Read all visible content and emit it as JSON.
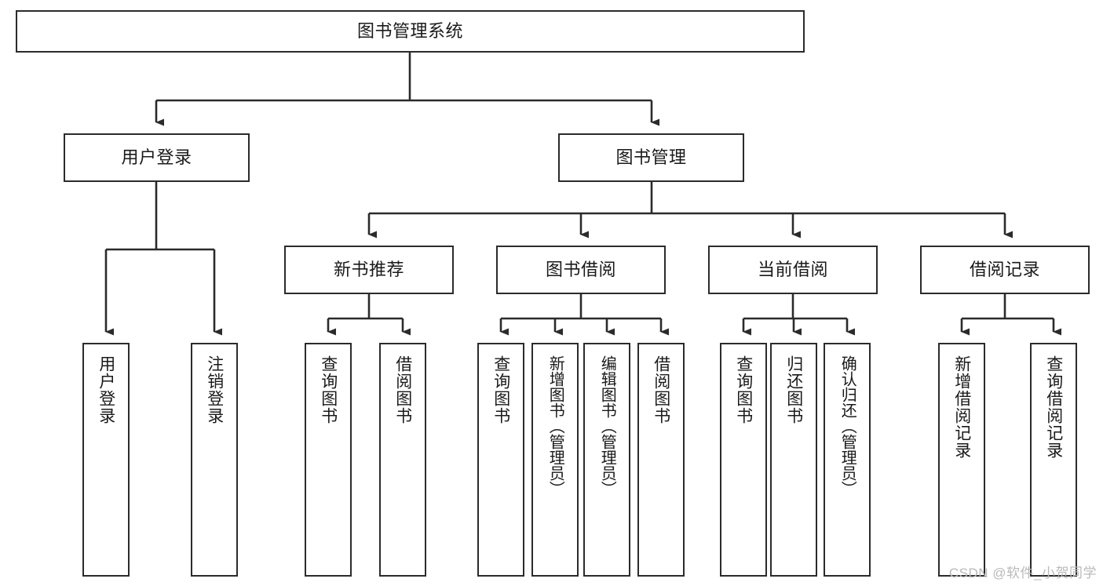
{
  "diagram": {
    "title": "图书管理系统",
    "type": "hierarchy-tree",
    "root": {
      "label": "图书管理系统"
    },
    "level2": [
      {
        "label": "用户登录"
      },
      {
        "label": "图书管理"
      }
    ],
    "level3": [
      {
        "label": "新书推荐"
      },
      {
        "label": "图书借阅"
      },
      {
        "label": "当前借阅"
      },
      {
        "label": "借阅记录"
      }
    ],
    "leaves": {
      "user_login": [
        {
          "label": "用户登录"
        },
        {
          "label": "注销登录"
        }
      ],
      "new_book_recommend": [
        {
          "label": "查询图书"
        },
        {
          "label": "借阅图书"
        }
      ],
      "book_borrow": [
        {
          "label": "查询图书"
        },
        {
          "label": "新增图书（管理员）"
        },
        {
          "label": "编辑图书（管理员）"
        },
        {
          "label": "借阅图书"
        }
      ],
      "current_borrow": [
        {
          "label": "查询图书"
        },
        {
          "label": "归还图书"
        },
        {
          "label": "确认归还（管理员）"
        }
      ],
      "borrow_record": [
        {
          "label": "新增借阅记录"
        },
        {
          "label": "查询借阅记录"
        }
      ]
    }
  },
  "watermark": "CSDN @软件_小贺同学",
  "colors": {
    "stroke": "#2b2b2b",
    "fill": "#ffffff",
    "text": "#1a1a1a",
    "watermark": "#b9b9b9"
  }
}
